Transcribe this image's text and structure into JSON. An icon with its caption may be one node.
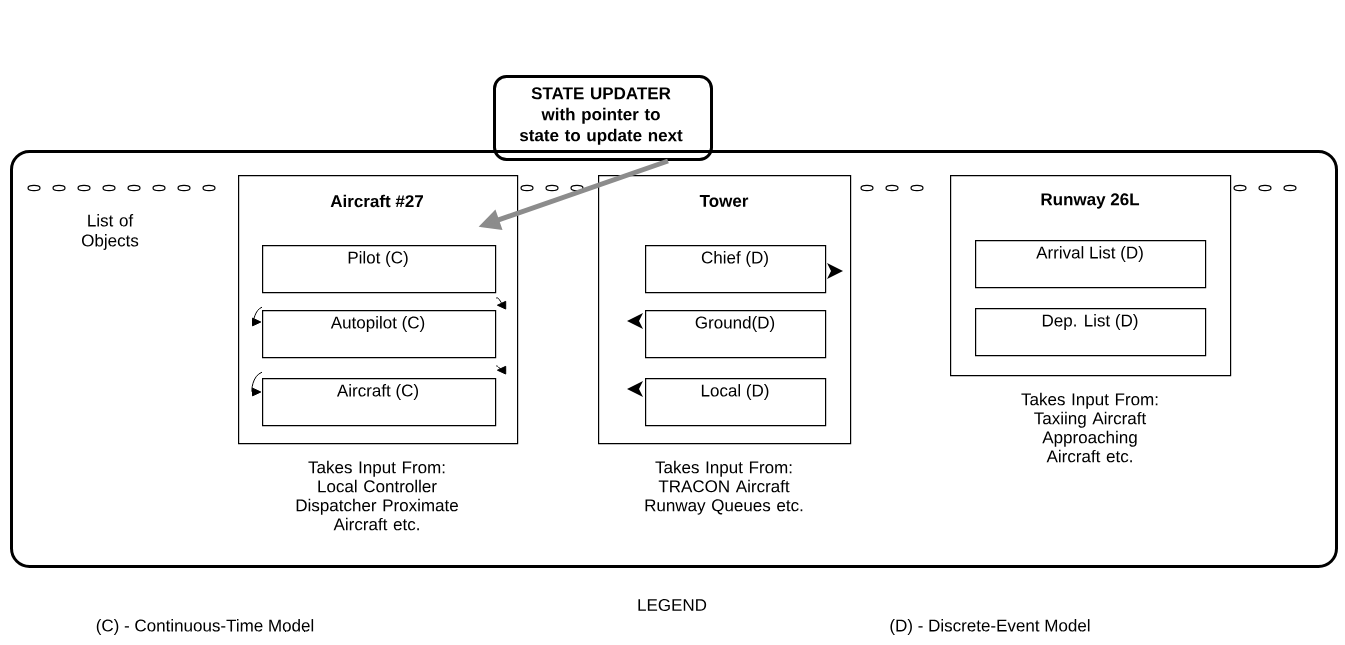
{
  "diagram": {
    "nodes": [
      {
        "text": [
          "STATE UPDATER with pointer to state to update next"
        ]
      },
      {
        "text": [
          "List of Objects"
        ]
      },
      {
        "text": [
          "Aircraft #27"
        ],
        "in": 1,
        "beside": [
          "Takes Input From: Local Controller Dispatcher Proximate Aircraft etc."
        ]
      },
      {
        "text": [
          "Pilot (C)"
        ],
        "in": 2
      },
      {
        "text": [
          "Autopilot (C)"
        ],
        "in": 2
      },
      {
        "text": [
          "Aircraft (C)"
        ],
        "in": 2
      },
      {
        "text": [
          "Tower"
        ],
        "in": 1,
        "beside": [
          "Takes Input From: TRACON Aircraft Runway Queues etc."
        ]
      },
      {
        "text": [
          "Chief (D)"
        ],
        "in": 6
      },
      {
        "text": [
          "Ground(D)"
        ],
        "in": 6
      },
      {
        "text": [
          "Local (D)"
        ],
        "in": 6
      },
      {
        "text": [
          "Runway 26L"
        ],
        "in": 1,
        "beside": [
          "Takes Input From: Taxiing Aircraft Approaching Aircraft etc."
        ]
      },
      {
        "text": [
          "Arrival List (D)"
        ],
        "in": 10
      },
      {
        "text": [
          "Dep. List (D)"
        ],
        "in": 10
      }
    ],
    "edges": [
      {
        "from": 0,
        "to": 3,
        "arrow": "to",
        "style": "thick",
        "color": "#8c8c8c"
      },
      {
        "from": 3,
        "to": 4,
        "arrow": "to"
      },
      {
        "from": 4,
        "to": 5,
        "arrow": "to"
      },
      {
        "from": 4,
        "to": 3,
        "arrow": "to"
      },
      {
        "from": 5,
        "to": 4,
        "arrow": "to"
      }
    ],
    "labels": [
      "LEGEND",
      "(C) -  Continuous-Time Model",
      "(D) - Discrete-Event Model"
    ]
  }
}
